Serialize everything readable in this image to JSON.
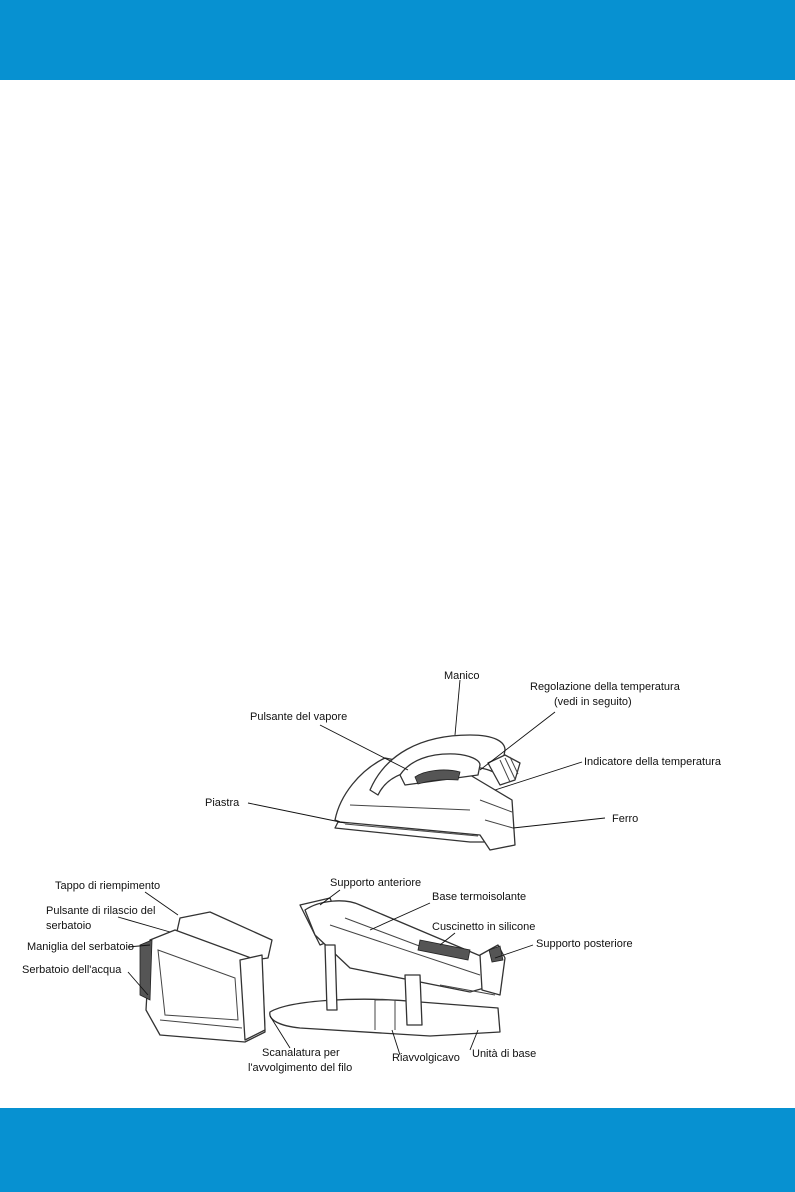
{
  "page": {
    "header_color": "#0791d1",
    "footer_color": "#0791d1"
  },
  "iron_labels": {
    "manico": "Manico",
    "regolazione_line1": "Regolazione della temperatura",
    "regolazione_line2": "(vedi in seguito)",
    "pulsante_vapore": "Pulsante del vapore",
    "indicatore": "Indicatore della temperatura",
    "piastra": "Piastra",
    "ferro": "Ferro"
  },
  "tank_labels": {
    "tappo": "Tappo di riempimento",
    "pulsante_rilascio_line1": "Pulsante di rilascio del",
    "pulsante_rilascio_line2": "serbatoio",
    "maniglia": "Maniglia del serbatoio",
    "serbatoio": "Serbatoio dell'acqua"
  },
  "base_labels": {
    "supporto_anteriore": "Supporto anteriore",
    "base_termoisolante": "Base termoisolante",
    "cuscinetto": "Cuscinetto in silicone",
    "supporto_posteriore": "Supporto posteriore",
    "scanalatura_line1": "Scanalatura per",
    "scanalatura_line2": "l'avvolgimento del filo",
    "riavvolgicavo": "Riavvolgicavo",
    "unita_base": "Unità di base"
  }
}
